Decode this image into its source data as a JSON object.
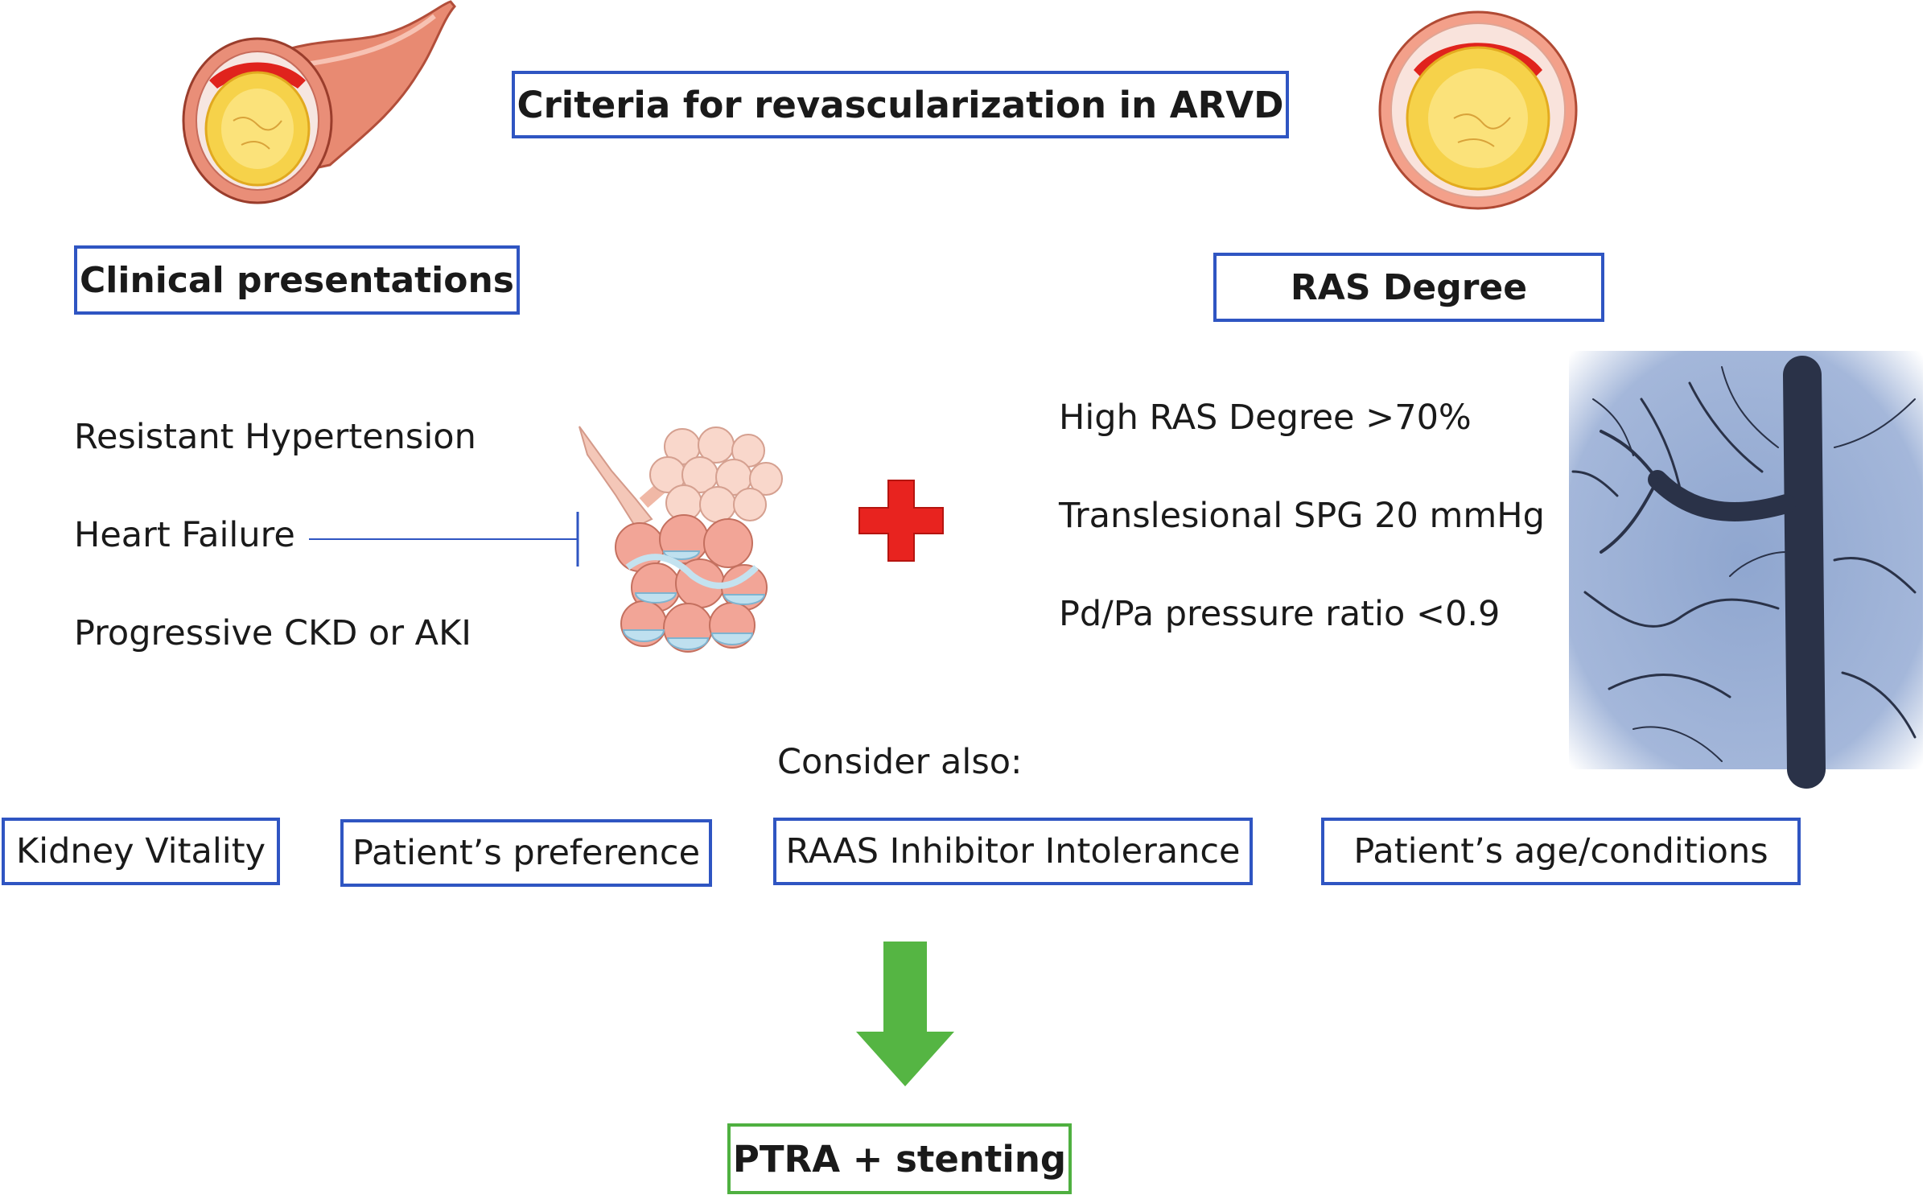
{
  "title": "Criteria for revascularization in ARVD",
  "left": {
    "heading": "Clinical presentations",
    "items": [
      "Resistant Hypertension",
      "Heart Failure",
      "Progressive CKD or AKI"
    ]
  },
  "right": {
    "heading": "RAS Degree",
    "items": [
      "High RAS Degree >70%",
      "Translesional SPG 20 mmHg",
      "Pd/Pa pressure ratio <0.9"
    ]
  },
  "consider": {
    "label": "Consider also:",
    "boxes": [
      "Kidney Vitality",
      "Patient’s preference",
      "RAAS Inhibitor Intolerance",
      "Patient’s age/conditions"
    ]
  },
  "outcome": "PTRA + stenting",
  "icons": {
    "artery_side": "artery-plaque-icon",
    "artery_cross": "artery-cross-section-icon",
    "alveoli": "alveoli-icon",
    "plus": "red-plus-icon",
    "angiogram": "renal-angiogram-image",
    "arrow": "down-arrow-icon"
  },
  "colors": {
    "box_border": "#2f55c2",
    "outcome_border": "#4fb040",
    "arrow": "#55b543",
    "plus": "#e8231f"
  }
}
